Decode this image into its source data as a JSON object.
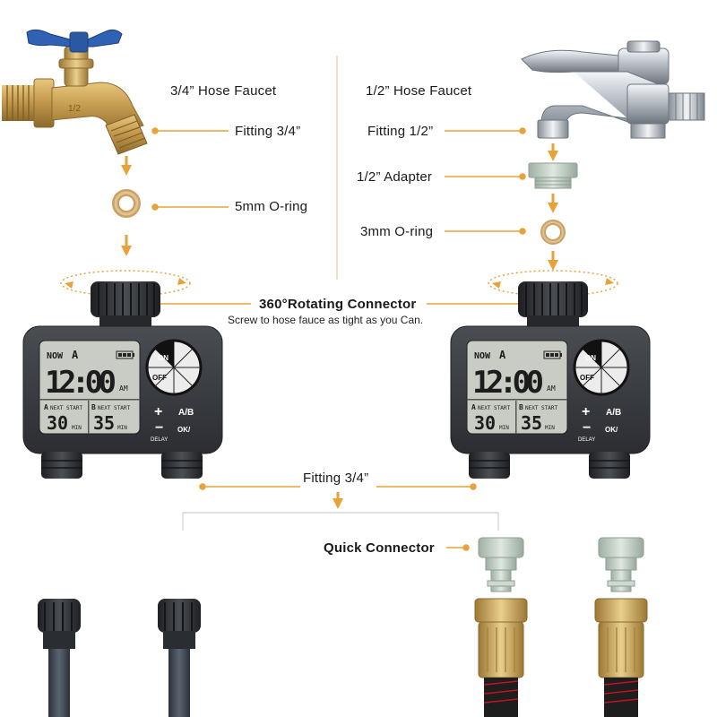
{
  "labels": {
    "left_faucet": "3/4” Hose Faucet",
    "left_fitting": "Fitting 3/4”",
    "left_oring": "5mm O-ring",
    "right_faucet": "1/2” Hose Faucet",
    "right_fitting": "Fitting 1/2”",
    "right_adapter": "1/2” Adapter",
    "right_oring": "3mm O-ring",
    "rotating_connector": "360°Rotating Connector",
    "rotating_note": "Screw to hose fauce as tight as you Can.",
    "outlet_fitting": "Fitting 3/4”",
    "quick_connector": "Quick Connector"
  },
  "faucet_left": {
    "stamp": "1/2"
  },
  "timer_display": {
    "now_label": "NOW",
    "zone": "A",
    "time": "12:00",
    "ampm": "AM",
    "a_marker": "A",
    "b_marker": "B",
    "next_start": "NEXT START",
    "a_duration": "30",
    "b_duration": "35",
    "unit": "MIN"
  },
  "dial": {
    "on": "ON",
    "off": "OFF"
  },
  "buttons": {
    "plus": "+",
    "minus": "−",
    "ab": "A/B",
    "delay": "DELAY",
    "ok": "OK/"
  },
  "colors": {
    "accent_orange": "#E8A23A",
    "timer_body": "#3a3d42",
    "lcd": "#c9ccc4",
    "brass": "#c9a45c",
    "valve_handle": "#2f62b5",
    "quick_connector": "#b9c7bd"
  }
}
